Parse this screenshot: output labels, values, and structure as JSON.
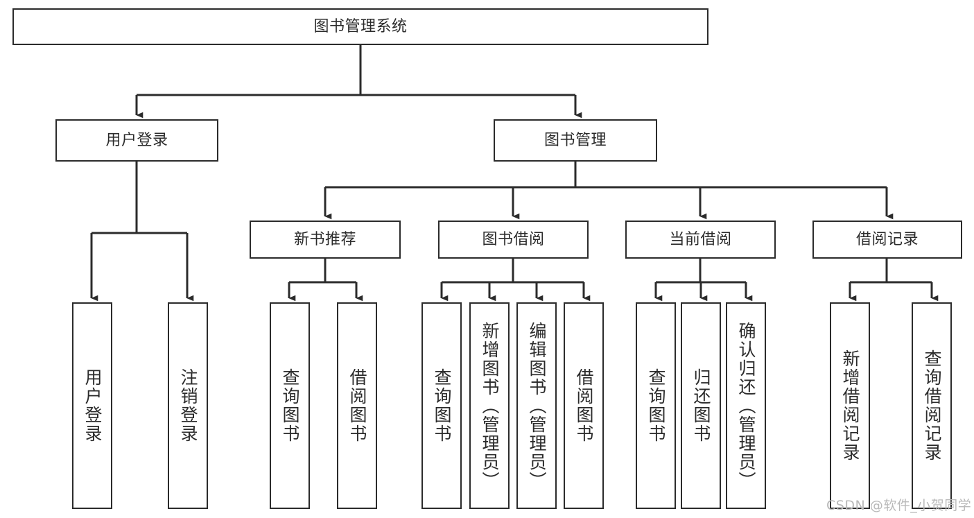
{
  "diagram": {
    "title": "图书管理系统",
    "type": "tree-hierarchy-chart",
    "root": {
      "label": "图书管理系统"
    },
    "level2": [
      {
        "label": "用户登录"
      },
      {
        "label": "图书管理"
      }
    ],
    "level3": [
      {
        "label": "新书推荐"
      },
      {
        "label": "图书借阅"
      },
      {
        "label": "当前借阅"
      },
      {
        "label": "借阅记录"
      }
    ],
    "leaves": {
      "user_login": [
        {
          "label": "用户登录"
        },
        {
          "label": "注销登录"
        }
      ],
      "new_book_recommend": [
        {
          "label": "查询图书"
        },
        {
          "label": "借阅图书"
        }
      ],
      "book_borrow": [
        {
          "label": "查询图书"
        },
        {
          "label": "新增图书（管理员）"
        },
        {
          "label": "编辑图书（管理员）"
        },
        {
          "label": "借阅图书"
        }
      ],
      "current_borrow": [
        {
          "label": "查询图书"
        },
        {
          "label": "归还图书"
        },
        {
          "label": "确认归还（管理员）"
        }
      ],
      "borrow_record": [
        {
          "label": "新增借阅记录"
        },
        {
          "label": "查询借阅记录"
        }
      ]
    }
  },
  "watermark": {
    "text": "CSDN @软件_小贺同学"
  },
  "colors": {
    "stroke": "#2b2b2b",
    "fill": "#ffffff",
    "text": "#2b2b2b",
    "watermark": "#b9b9b9"
  }
}
